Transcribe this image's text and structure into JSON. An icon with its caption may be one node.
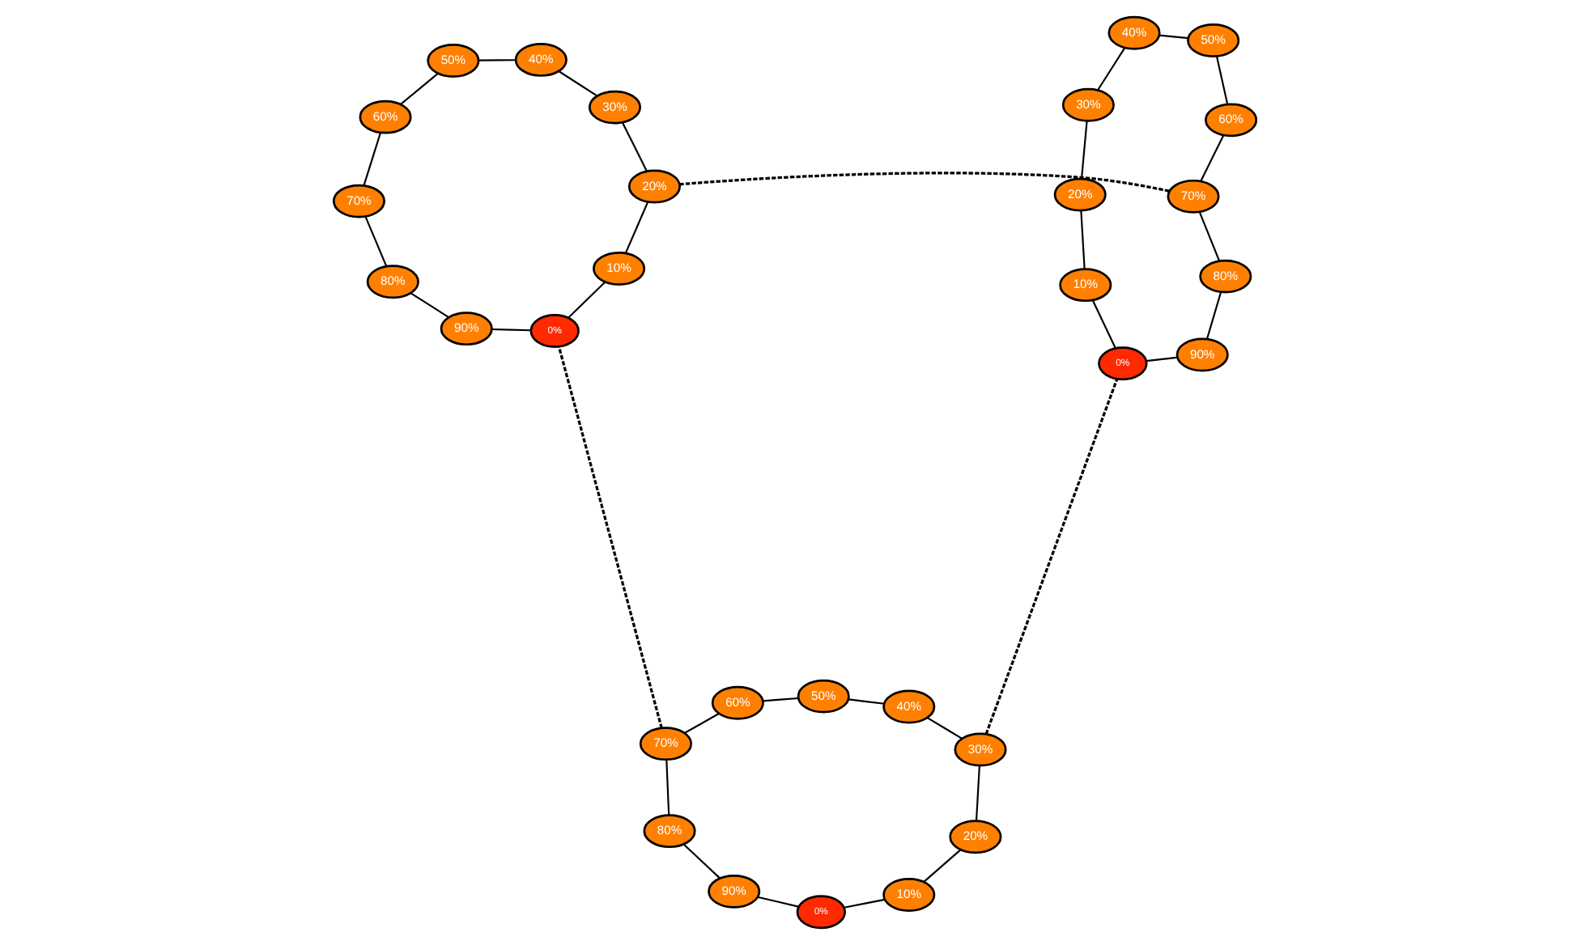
{
  "diagram": {
    "nodes": [
      {
        "text": [
          "0%"
        ]
      },
      {
        "text": [
          "10%"
        ]
      },
      {
        "text": [
          "20%"
        ]
      },
      {
        "text": [
          "30%"
        ]
      },
      {
        "text": [
          "40%"
        ]
      },
      {
        "text": [
          "50%"
        ]
      },
      {
        "text": [
          "60%"
        ]
      },
      {
        "text": [
          "70%"
        ]
      },
      {
        "text": [
          "80%"
        ]
      },
      {
        "text": [
          "90%"
        ]
      },
      {
        "text": [
          "0%"
        ]
      },
      {
        "text": [
          "10%"
        ]
      },
      {
        "text": [
          "20%"
        ]
      },
      {
        "text": [
          "30%"
        ]
      },
      {
        "text": [
          "40%"
        ]
      },
      {
        "text": [
          "50%"
        ]
      },
      {
        "text": [
          "60%"
        ]
      },
      {
        "text": [
          "70%"
        ]
      },
      {
        "text": [
          "80%"
        ]
      },
      {
        "text": [
          "90%"
        ]
      },
      {
        "text": [
          "0%"
        ]
      },
      {
        "text": [
          "10%"
        ]
      },
      {
        "text": [
          "20%"
        ]
      },
      {
        "text": [
          "30%"
        ]
      },
      {
        "text": [
          "40%"
        ]
      },
      {
        "text": [
          "50%"
        ]
      },
      {
        "text": [
          "60%"
        ]
      },
      {
        "text": [
          "70%"
        ]
      },
      {
        "text": [
          "80%"
        ]
      },
      {
        "text": [
          "90%"
        ]
      }
    ],
    "edges": [
      {
        "from": 0,
        "to": 1,
        "arrow": "none"
      },
      {
        "from": 1,
        "to": 2,
        "arrow": "none"
      },
      {
        "from": 2,
        "to": 3,
        "arrow": "none"
      },
      {
        "from": 3,
        "to": 4,
        "arrow": "none"
      },
      {
        "from": 4,
        "to": 5,
        "arrow": "none"
      },
      {
        "from": 5,
        "to": 6,
        "arrow": "none"
      },
      {
        "from": 6,
        "to": 7,
        "arrow": "none"
      },
      {
        "from": 7,
        "to": 8,
        "arrow": "none"
      },
      {
        "from": 8,
        "to": 9,
        "arrow": "none"
      },
      {
        "from": 9,
        "to": 0,
        "arrow": "none"
      },
      {
        "from": 10,
        "to": 11,
        "arrow": "none"
      },
      {
        "from": 11,
        "to": 12,
        "arrow": "none"
      },
      {
        "from": 12,
        "to": 13,
        "arrow": "none"
      },
      {
        "from": 13,
        "to": 14,
        "arrow": "none"
      },
      {
        "from": 14,
        "to": 15,
        "arrow": "none"
      },
      {
        "from": 15,
        "to": 16,
        "arrow": "none"
      },
      {
        "from": 16,
        "to": 17,
        "arrow": "none"
      },
      {
        "from": 17,
        "to": 18,
        "arrow": "none"
      },
      {
        "from": 18,
        "to": 19,
        "arrow": "none"
      },
      {
        "from": 19,
        "to": 10,
        "arrow": "none"
      },
      {
        "from": 20,
        "to": 21,
        "arrow": "none"
      },
      {
        "from": 21,
        "to": 22,
        "arrow": "none"
      },
      {
        "from": 22,
        "to": 23,
        "arrow": "none"
      },
      {
        "from": 23,
        "to": 24,
        "arrow": "none"
      },
      {
        "from": 24,
        "to": 25,
        "arrow": "none"
      },
      {
        "from": 25,
        "to": 26,
        "arrow": "none"
      },
      {
        "from": 26,
        "to": 27,
        "arrow": "none"
      },
      {
        "from": 27,
        "to": 28,
        "arrow": "none"
      },
      {
        "from": 28,
        "to": 29,
        "arrow": "none"
      },
      {
        "from": 29,
        "to": 20,
        "arrow": "none"
      },
      {
        "from": 7,
        "to": 10,
        "arrow": "none",
        "style": "dashed"
      },
      {
        "from": 3,
        "to": 20,
        "arrow": "none",
        "style": "dashed"
      },
      {
        "from": 12,
        "to": 27,
        "arrow": "none",
        "style": "dashed"
      }
    ]
  }
}
